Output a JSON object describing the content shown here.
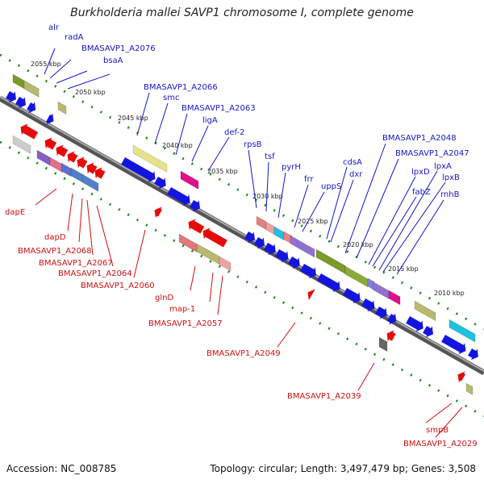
{
  "title": "Burkholderia mallei SAVP1 chromosome I, complete genome",
  "footer": {
    "accession": "Accession: NC_008785",
    "summary": "Topology: circular; Length: 3,497,479 bp; Genes: 3,508"
  },
  "colors": {
    "backbone": "#888888",
    "tick": "#1a8a1a",
    "forward_label": "#1515c8",
    "reverse_label": "#d01010"
  },
  "ticks": [
    "2055 kbp",
    "2050 kbp",
    "2045 kbp",
    "2040 kbp",
    "2035 kbp",
    "2030 kbp",
    "2025 kbp",
    "2020 kbp",
    "2015 kbp",
    "2010 kbp"
  ],
  "forward_genes": [
    "alr",
    "radA",
    "BMASAVP1_A2076",
    "bsaA",
    "BMASAVP1_A2066",
    "smc",
    "BMASAVP1_A2063",
    "ligA",
    "def-2",
    "rpsB",
    "tsf",
    "pyrH",
    "frr",
    "uppS",
    "cdsA",
    "dxr",
    "BMASAVP1_A2048",
    "BMASAVP1_A2047",
    "lpxD",
    "lpxA",
    "lpxB",
    "fabZ",
    "rnhB"
  ],
  "reverse_genes": [
    "dapE",
    "dapD",
    "BMASAVP1_A2068",
    "BMASAVP1_A2067",
    "BMASAVP1_A2064",
    "BMASAVP1_A2060",
    "glnD",
    "map-1",
    "BMASAVP1_A2057",
    "BMASAVP1_A2049",
    "BMASAVP1_A2039",
    "smpB",
    "BMASAVP1_A2029"
  ]
}
